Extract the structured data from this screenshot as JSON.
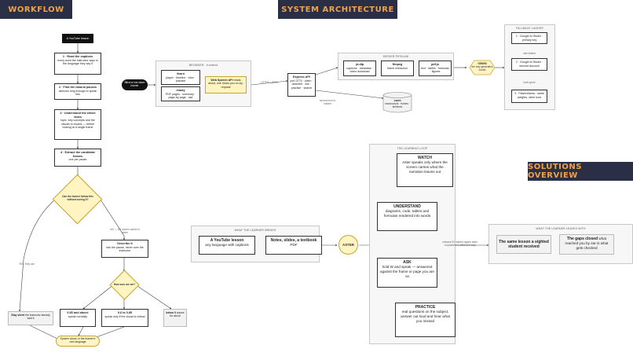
{
  "banners": {
    "workflow": "WORKFLOW",
    "system": "SYSTEM ARCHITECTURE",
    "solutions": "SOLUTIONS OVERVIEW"
  },
  "workflow": {
    "start": "A YouTube lesson",
    "step1_title": "1 · Read the captions",
    "step1_text": "every word the instructor says in the language they say it",
    "step2_title": "2 · Find the natural pauses",
    "step2_text": "silences long enough to speak into",
    "step3_title": "3 · Understand the whole video",
    "step3_text": "topic, key concepts and the visuals to expect — before looking at a single frame",
    "step4_title": "4 · Extract the candidate frames",
    "step4_text": "one per pause",
    "decision1": "Can the learner follow this without seeing it?",
    "yes_label": "YES, they can",
    "no_label": "NO — the screen carries it alone",
    "describe_title": "Describe it",
    "describe_text": "into the pause, never over the instructor",
    "decision2": "How sure are we?",
    "stay_title": "Stay silent",
    "stay_text": "the instructor already said it",
    "conf_high_title": "0.85 and above",
    "conf_high_text": "speak normally",
    "conf_mid_title": "0.6 to 0.85",
    "conf_mid_text": "speak only if the visual is critical",
    "conf_low_title": "below 0",
    "conf_low_text": "clause be about",
    "end": "Spoken aloud, in the learner's own language"
  },
  "system": {
    "start": "Blind or low-vision learner",
    "browser_label": "BROWSER · frontend",
    "learn_title": "/learn",
    "learn_text": "player · timeline · tutor · practice",
    "study_title": "/study",
    "study_text": "PDF pages · summary · page-by-page · ask",
    "webspeech_title": "Web Speech API",
    "webspeech_text": "reads aloud, one hears you on-by-request",
    "edge1": "HTTPS / JSON",
    "api_title": "Express API",
    "api_text": "port 3774 · video · describe · doc · practice · search",
    "server_label": "SERVER PIPELINE",
    "ytdlp_title": "yt-dlp",
    "ytdlp_text": "captions · metadata · video download",
    "ffmpeg_title": "ffmpeg",
    "ffmpeg_text": "frame extraction",
    "pdfjs_title": "pdf.js",
    "pdfjs_text": "text · tables · formulas · figures",
    "gemini_title": "GEMINI",
    "gemini_text": "the only generative model",
    "cache_title": ".cache",
    "cache_text": "manuscripts · frames · timelines",
    "edge2": "second turn is instant",
    "fallback_label": "FALLBACK LADDER",
    "model1": "1 · Google AI Studio · primary key",
    "edge3": "rate limited",
    "model2": "2 · Google AI Studio · second account",
    "edge4": "both spent",
    "model3": "3 · Flash/ollama · same weights, other host"
  },
  "solutions": {
    "brings_label": "WHAT THE LEARNER BRINGS",
    "bring1_title": "A YouTube lesson",
    "bring1_text": "any language with captions",
    "bring2_title": "Notes, slides, a textbook",
    "bring2_text": "PDF",
    "aster": "ASTER",
    "loop_label": "THE LEARNING LOOP",
    "watch_title": "WATCH",
    "watch_text": "Aster speaks only where the screen carries what the narration leaves out",
    "understand_title": "UNDERSTAND",
    "understand_text": "diagrams, code, tables and formulas rendered into words",
    "ask_title": "ASK",
    "ask_text": "hold W and speak — answered against the frame or page you are on",
    "practice_title": "PRACTICE",
    "practice_text": "real questions on the subject, answer out loud and hear what you missed",
    "loop_edge": "missed it? asked again later, explained a different way",
    "leaves_label": "WHAT THE LEARNER LEAVES WITH",
    "leave1_title": "The same lesson a sighted student received",
    "leave2_title": "The gaps closed",
    "leave2_text": "what reached you by ear is what gets checked"
  }
}
